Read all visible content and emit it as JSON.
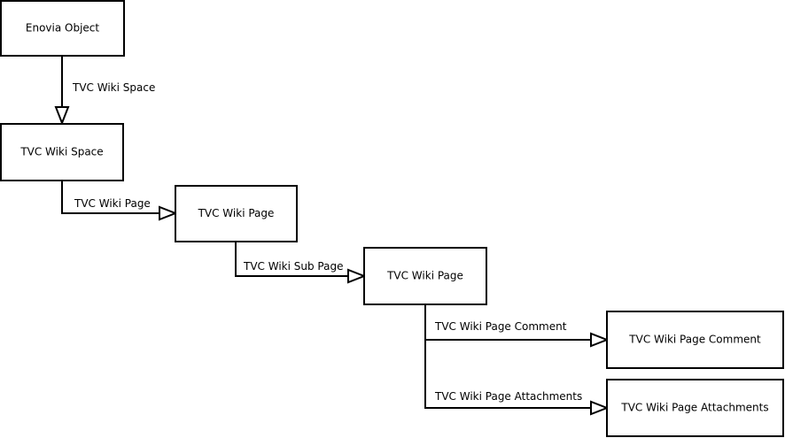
{
  "nodes": {
    "enovia_object": "Enovia Object",
    "wiki_space": "TVC Wiki Space",
    "wiki_page_1": "TVC Wiki Page",
    "wiki_page_2": "TVC Wiki Page",
    "wiki_page_comment": "TVC Wiki Page Comment",
    "wiki_page_attachments": "TVC Wiki Page Attachments"
  },
  "edges": {
    "enovia_to_space": "TVC Wiki Space",
    "space_to_page": "TVC Wiki Page",
    "page_to_subpage": "TVC Wiki Sub Page",
    "page_to_comment": "TVC Wiki Page Comment",
    "page_to_attachments": "TVC Wiki Page Attachments"
  }
}
